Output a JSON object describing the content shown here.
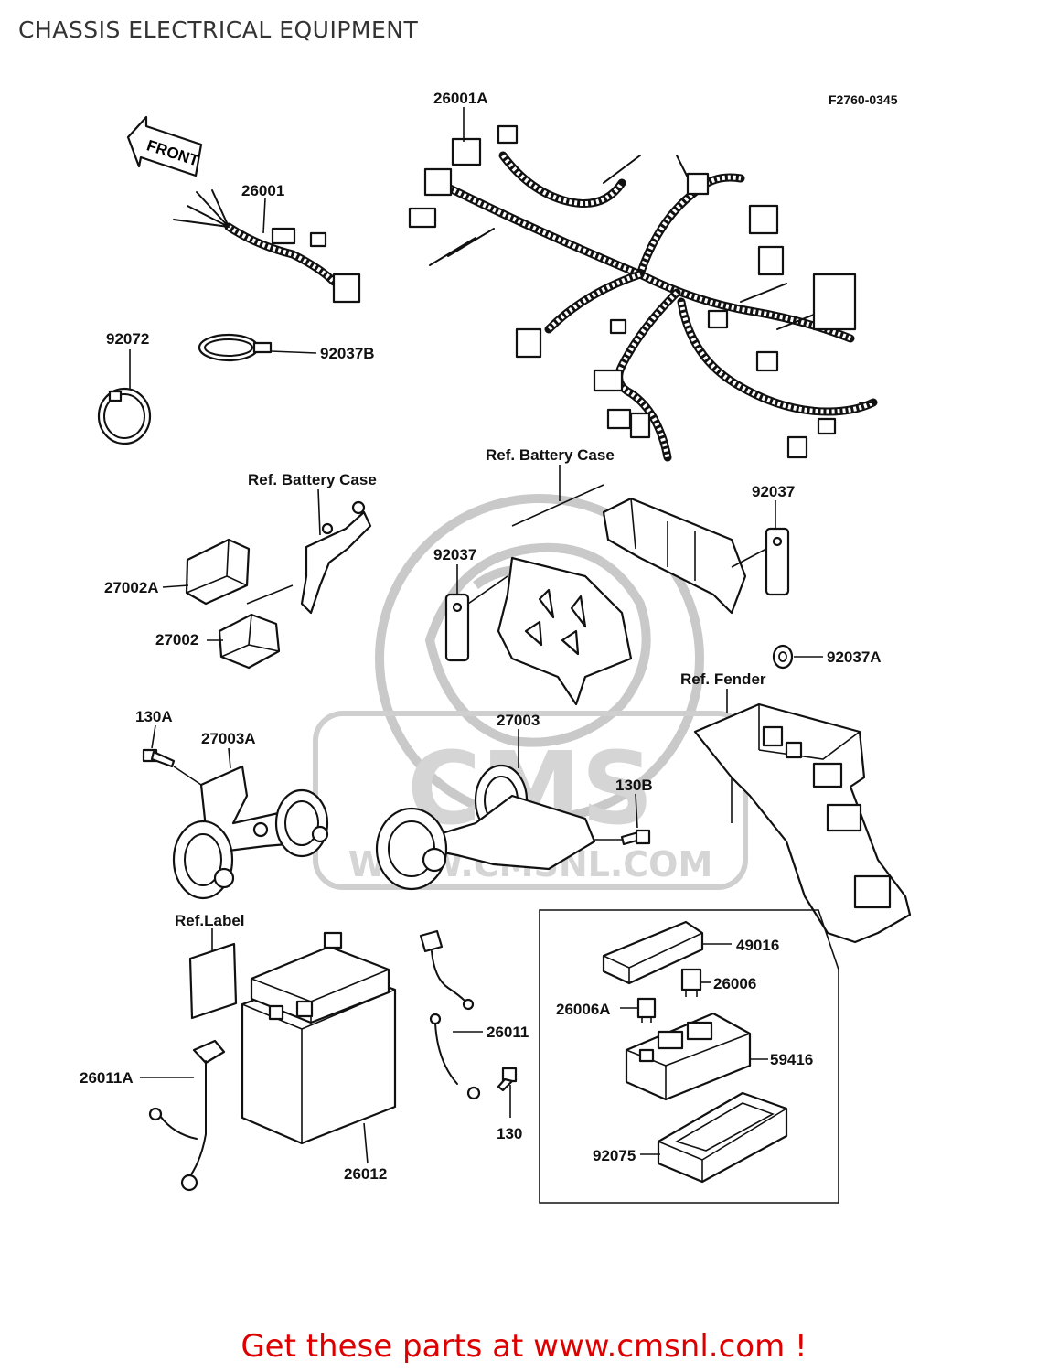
{
  "title": "CHASSIS ELECTRICAL EQUIPMENT",
  "figure_code": "F2760-0345",
  "front_arrow_label": "FRONT",
  "watermark": {
    "logo_text": "CMS",
    "url_text": "WWW.CMSNL.COM"
  },
  "callouts": {
    "p26001A": "26001A",
    "p26001": "26001",
    "p92072": "92072",
    "p92037B": "92037B",
    "ref_battery_case_left": "Ref. Battery Case",
    "ref_battery_case_right": "Ref. Battery Case",
    "p92037_right": "92037",
    "p92037_left": "92037",
    "p27002A": "27002A",
    "p27002": "27002",
    "p92037A": "92037A",
    "ref_fender": "Ref. Fender",
    "p130A": "130A",
    "p27003A": "27003A",
    "p27003": "27003",
    "p130B": "130B",
    "ref_label": "Ref.Label",
    "p49016": "49016",
    "p26006": "26006",
    "p26006A": "26006A",
    "p59416": "59416",
    "p26011": "26011",
    "p26011A": "26011A",
    "p130": "130",
    "p26012": "26012",
    "p92075": "92075"
  },
  "footer": {
    "cta_text": "Get these parts at www.cmsnl.com !",
    "cta_color": "#dd0000"
  }
}
